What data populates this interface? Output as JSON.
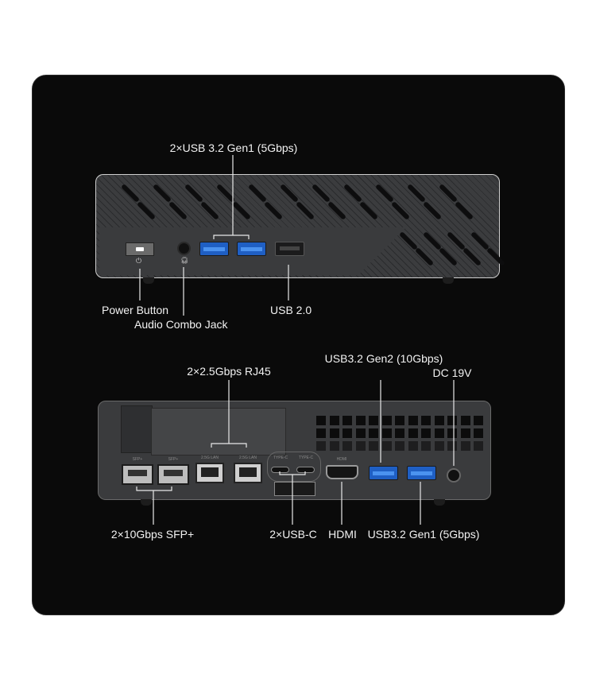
{
  "front": {
    "callouts": {
      "usb32_gen1": "2×USB 3.2 Gen1 (5Gbps)",
      "power_button": "Power Button",
      "audio_jack": "Audio Combo Jack",
      "usb20": "USB 2.0"
    }
  },
  "back": {
    "callouts": {
      "rj45": "2×2.5Gbps RJ45",
      "usb32_gen2": "USB3.2 Gen2 (10Gbps)",
      "dc": "DC 19V",
      "sfp": "2×10Gbps SFP+",
      "usbc": "2×USB-C",
      "hdmi": "HDMI",
      "usb32_gen1": "USB3.2 Gen1 (5Gbps)"
    },
    "port_markings": {
      "sfp1": "SFP+",
      "sfp2": "SFP+",
      "lan1": "2.5G LAN",
      "lan2": "2.5G LAN",
      "typec1": "TYPE-C",
      "typec2": "TYPE-C",
      "hdmi": "HDMI"
    }
  },
  "colors": {
    "background": "#0a0a0a",
    "usb3_blue": "#1f5fc4",
    "chassis": "#3b3c3e"
  }
}
